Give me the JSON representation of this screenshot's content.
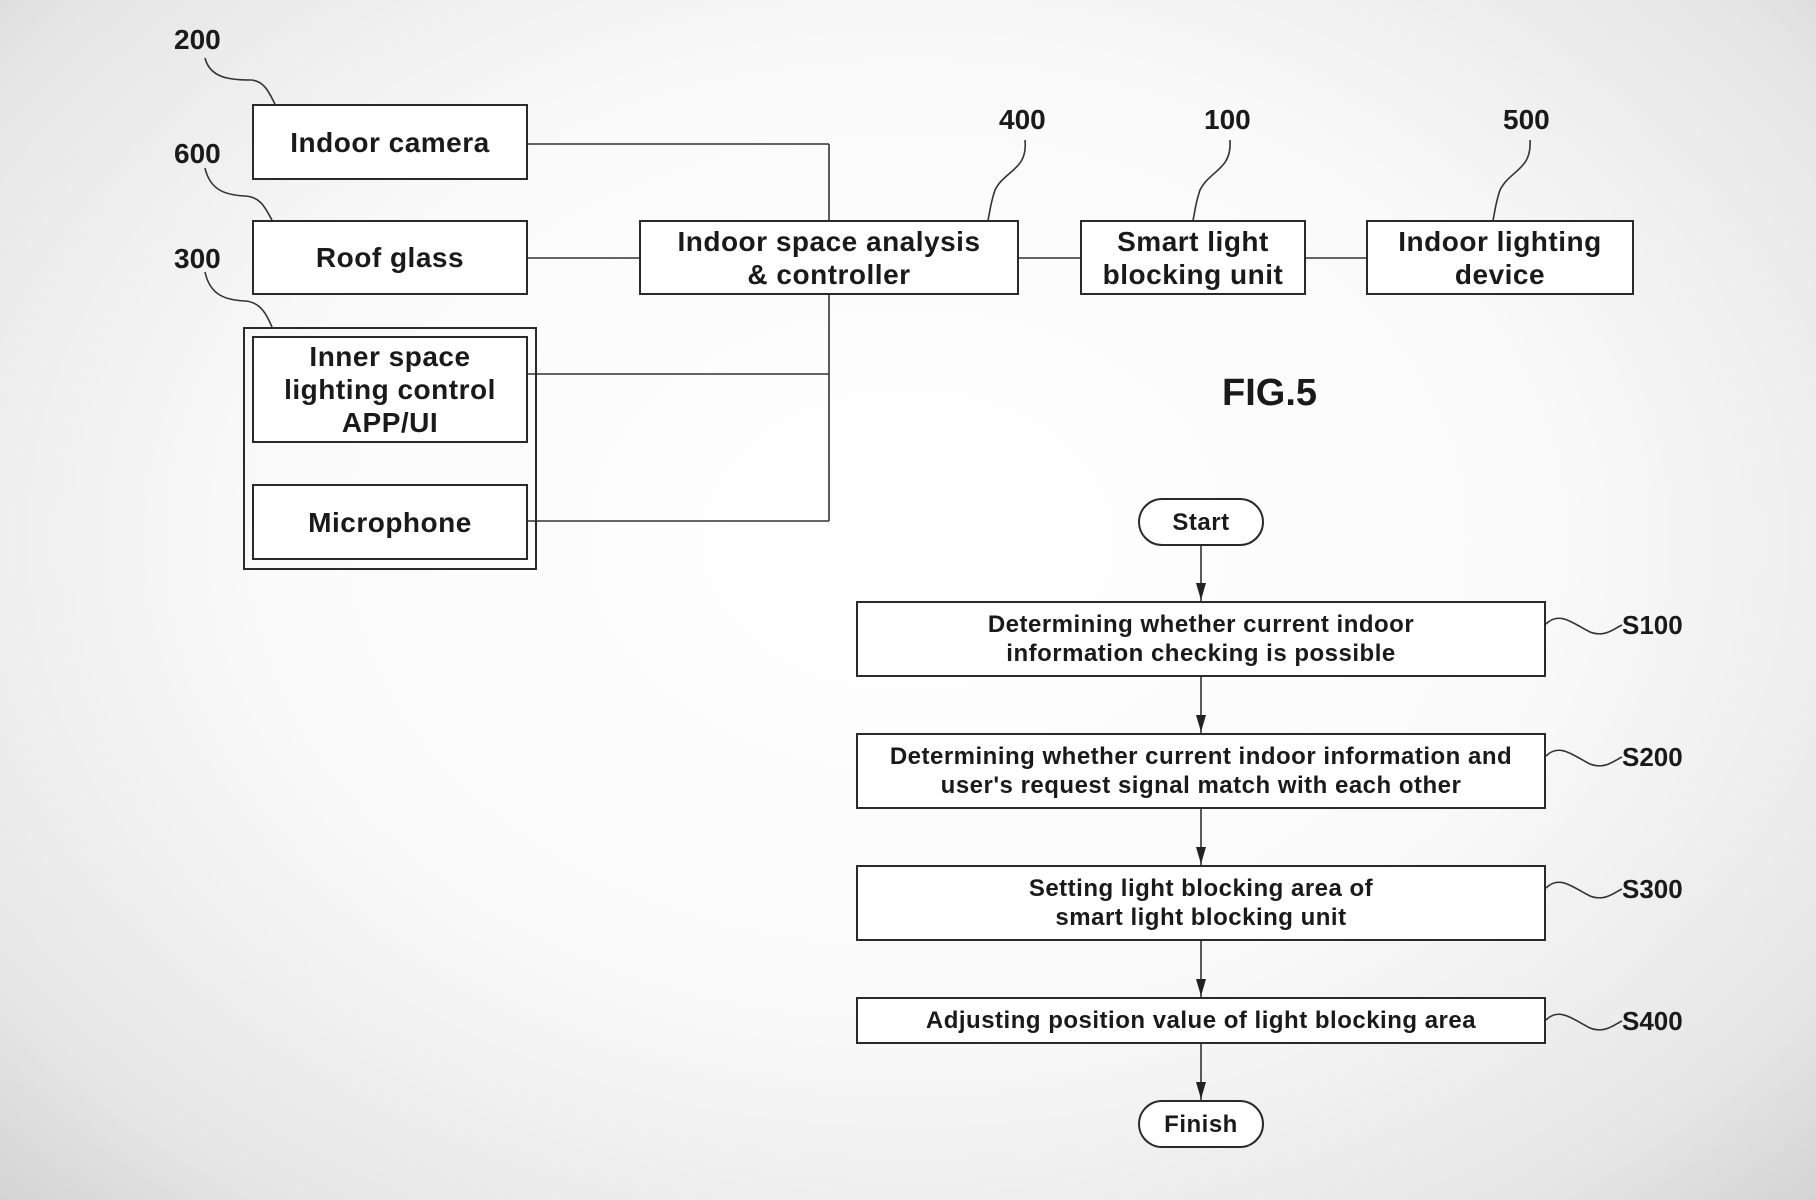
{
  "block_diagram": {
    "blocks": {
      "indoor_camera": "Indoor camera",
      "roof_glass": "Roof glass",
      "app_ui": "Inner space lighting control APP/UI",
      "microphone": "Microphone",
      "controller": "Indoor space analysis & controller",
      "smart_light": "Smart light blocking unit",
      "indoor_lighting": "Indoor lighting device"
    },
    "refs": {
      "indoor_camera": "200",
      "roof_glass": "600",
      "input_group": "300",
      "controller": "400",
      "smart_light": "100",
      "indoor_lighting": "500"
    }
  },
  "figure_label": "FIG.5",
  "flowchart": {
    "start": "Start",
    "finish": "Finish",
    "steps": [
      {
        "id": "S100",
        "text": "Determining whether current indoor information checking is possible"
      },
      {
        "id": "S200",
        "text": "Determining whether current indoor information and user's request signal match with each other"
      },
      {
        "id": "S300",
        "text": "Setting light blocking area of smart light blocking unit"
      },
      {
        "id": "S400",
        "text": "Adjusting position value of light blocking area"
      }
    ]
  }
}
